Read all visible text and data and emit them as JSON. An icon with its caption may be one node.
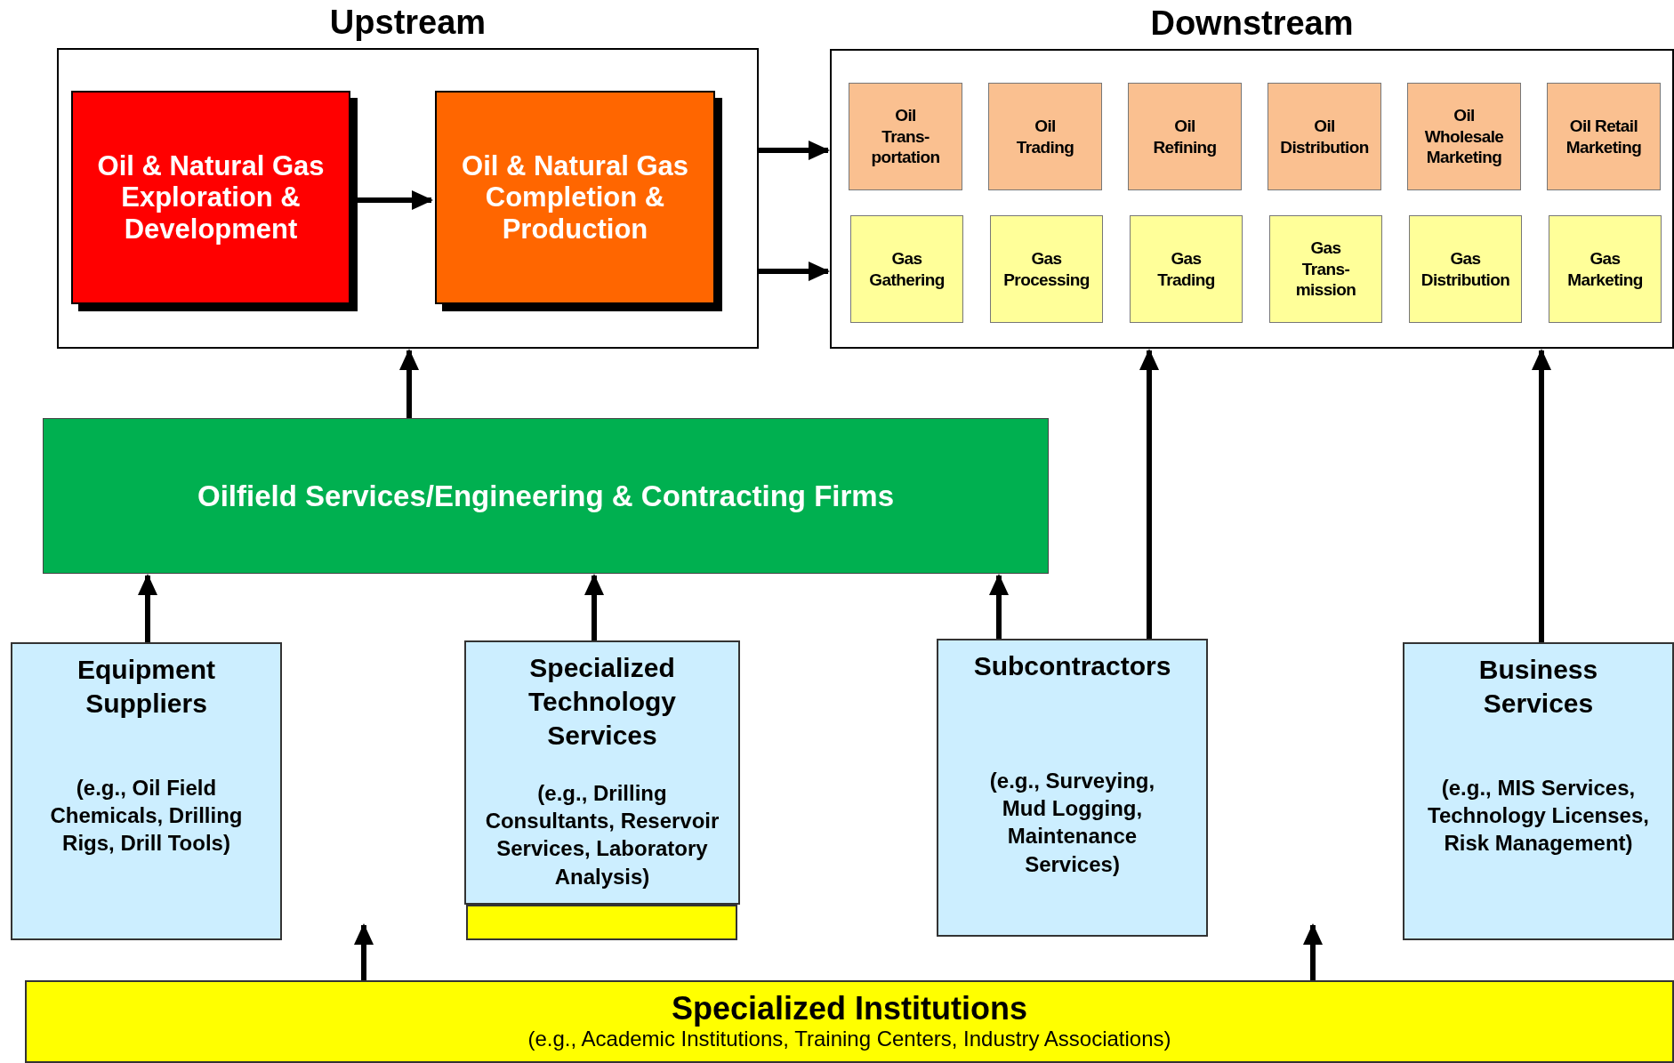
{
  "diagram": {
    "nodes": [
      {
        "text": [
          "Upstream"
        ]
      },
      {
        "text": [
          "Oil & Natural Gas Exploration & Development"
        ],
        "in": 0
      },
      {
        "text": [
          "Oil & Natural Gas Completion & Production"
        ],
        "in": 0
      },
      {
        "text": [
          "Downstream"
        ]
      },
      {
        "text": [
          "Oil Trans- portation"
        ],
        "in": 3
      },
      {
        "text": [
          "Oil Trading"
        ],
        "in": 3
      },
      {
        "text": [
          "Oil Refining"
        ],
        "in": 3
      },
      {
        "text": [
          "Oil Distribution"
        ],
        "in": 3
      },
      {
        "text": [
          "Oil Wholesale Marketing"
        ],
        "in": 3
      },
      {
        "text": [
          "Oil Retail Marketing"
        ],
        "in": 3
      },
      {
        "text": [
          "Gas Gathering"
        ],
        "in": 3
      },
      {
        "text": [
          "Gas Processing"
        ],
        "in": 3
      },
      {
        "text": [
          "Gas Trading"
        ],
        "in": 3
      },
      {
        "text": [
          "Gas Trans- mission"
        ],
        "in": 3
      },
      {
        "text": [
          "Gas Distribution"
        ],
        "in": 3
      },
      {
        "text": [
          "Gas Marketing"
        ],
        "in": 3
      },
      {
        "text": [
          "Oilfield Services/Engineering & Contracting Firms"
        ]
      },
      {
        "text": [
          "Equipment Suppliers",
          "(e.g., Oil Field Chemicals, Drilling Rigs, Drill Tools)"
        ]
      },
      {
        "text": [
          "Specialized Technology Services",
          "(e.g., Drilling Consultants, Reservoir Services, Laboratory Analysis)"
        ]
      },
      {
        "text": [],
        "shape": "bar"
      },
      {
        "text": [
          "Subcontractors",
          "(e.g., Surveying, Mud Logging, Maintenance Services)"
        ]
      },
      {
        "text": [
          "Business Services",
          "(e.g., MIS Services, Technology Licenses, Risk Management)"
        ]
      },
      {
        "text": [
          "Specialized Institutions",
          "(e.g., Academic Institutions, Training Centers, Industry Associations)"
        ]
      }
    ],
    "edges": [
      {
        "from": 1,
        "to": 2,
        "arrow": "to"
      },
      {
        "from": 0,
        "to": 3,
        "arrow": "to"
      },
      {
        "from": 0,
        "to": 3,
        "arrow": "to"
      },
      {
        "from": 16,
        "to": 0,
        "arrow": "to"
      },
      {
        "from": 17,
        "to": 16,
        "arrow": "to"
      },
      {
        "from": 18,
        "to": 16,
        "arrow": "to"
      },
      {
        "from": 20,
        "to": 16,
        "arrow": "to"
      },
      {
        "from": 20,
        "to": 3,
        "arrow": "to"
      },
      {
        "from": 21,
        "to": 3,
        "arrow": "to"
      },
      {
        "from": 22,
        "to": null,
        "arrow": "to"
      },
      {
        "from": 22,
        "to": null,
        "arrow": "to"
      }
    ]
  }
}
